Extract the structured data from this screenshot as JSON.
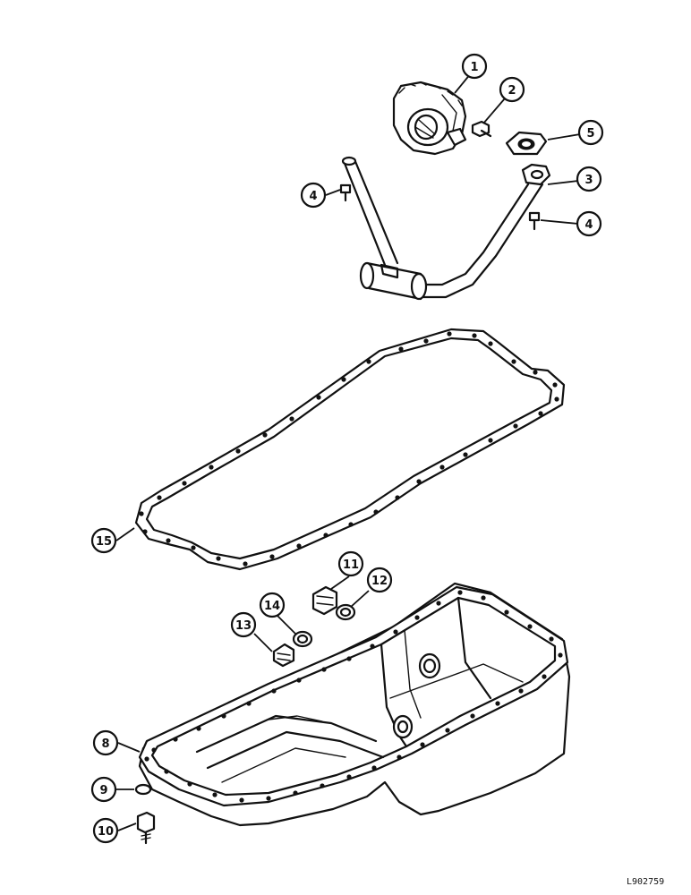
{
  "figure_ref": "L902759",
  "callouts": [
    {
      "id": "c1",
      "label": "1"
    },
    {
      "id": "c2",
      "label": "2"
    },
    {
      "id": "c3",
      "label": "3"
    },
    {
      "id": "c4a",
      "label": "4"
    },
    {
      "id": "c4b",
      "label": "4"
    },
    {
      "id": "c5",
      "label": "5"
    },
    {
      "id": "c8",
      "label": "8"
    },
    {
      "id": "c9",
      "label": "9"
    },
    {
      "id": "c10",
      "label": "10"
    },
    {
      "id": "c11",
      "label": "11"
    },
    {
      "id": "c12",
      "label": "12"
    },
    {
      "id": "c13",
      "label": "13"
    },
    {
      "id": "c14",
      "label": "14"
    },
    {
      "id": "c15",
      "label": "15"
    }
  ]
}
